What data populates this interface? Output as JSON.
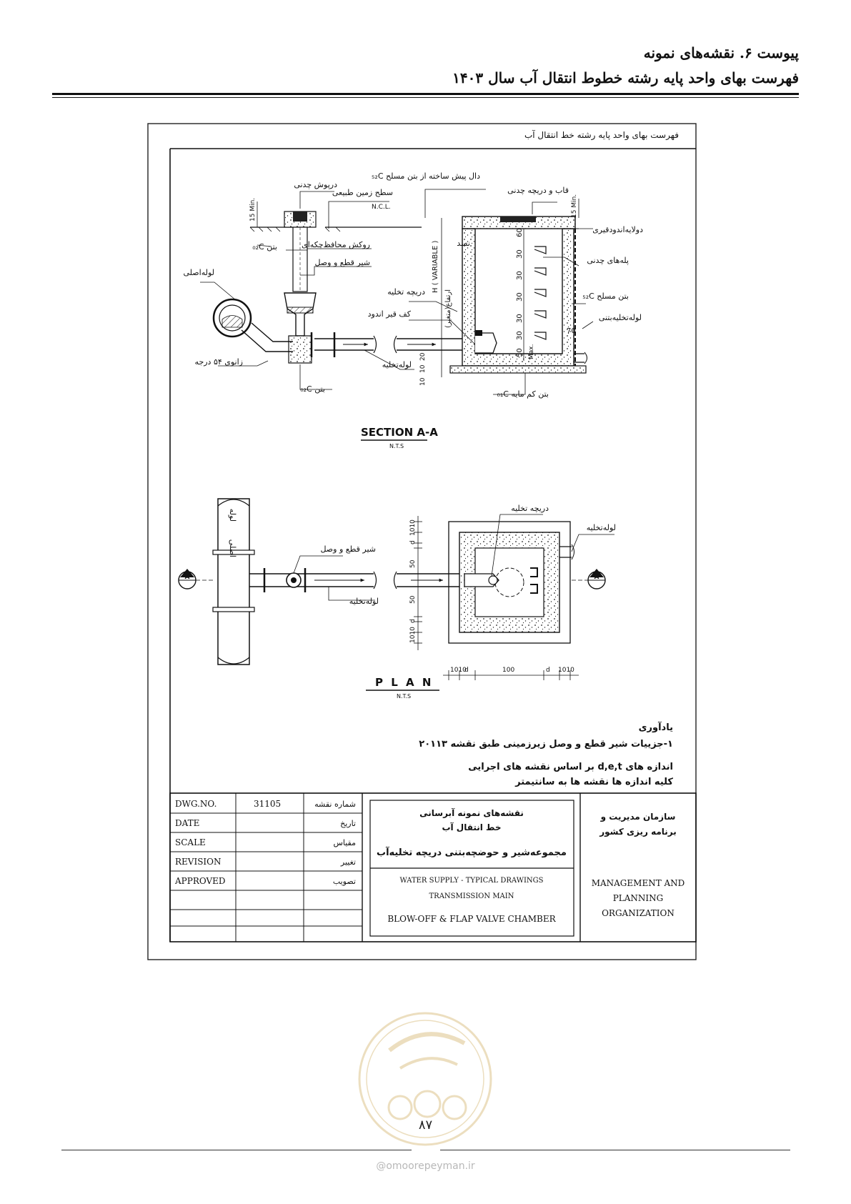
{
  "header": {
    "line1": "پیوست ۶. نقشه‌های نمونه",
    "line2": "فهرست بهای واحد پایه رشته خطوط انتقال آب سال ۱۴۰۳"
  },
  "drawing": {
    "frame_title": "فهرست بهای واحد پایه رشته خط انتقال آب",
    "section": {
      "title": "SECTION A-A",
      "scale": "N.T.S",
      "labels": {
        "cast_iron_cover": "درپوش چدنی",
        "natural_ground": "سطح زمین طبیعی",
        "ncl": "N.C.L.",
        "precast_slab": "دال پیش ساخته از بتن مسلح C₂₅",
        "frame_and_cover": "قاب و دریچه چدنی",
        "concrete_c20_top": "بتن C₂₀",
        "protective_box": "روکش محافظ‌چکه‌ای",
        "gate_valve": "شیر قطع و وصل",
        "main_pipe": "لوله‌اصلی",
        "flap_valve": "دریچه تخلیه",
        "bitumen_floor": "کف قیر اندود",
        "elbow_45": "زانوی ۴۵ درجه",
        "drain_pipe": "لوله‌تخلیه",
        "concrete_c20_bottom": "بتن C₂₀",
        "lean_concrete": "بتن کم مایه C₁₀",
        "bitumen_coat": "دولایه‌اندودقیری",
        "cast_iron_steps": "پله‌های چدنی",
        "reinforced_concrete": "بتن مسلح C₂₅",
        "concrete_drain_pipe": "لوله‌تخلیه‌بتنی",
        "plaster": "نسد",
        "min15_left": "15 Min.",
        "min15_right": "15 Min.",
        "h_variable": "H ( VARIABLE )",
        "h_note": "ارتفاع(متغیر)",
        "dim_60": "60",
        "dim_30a": "30",
        "dim_30b": "30",
        "dim_30c": "30",
        "dim_30d": "30",
        "dim_30e": "30",
        "dim_50": "50",
        "dim_max": "Max.",
        "dim_70": "70",
        "dim_10": "10",
        "dim_10b": "10",
        "dim_20": "20"
      }
    },
    "plan": {
      "title": "P L A N",
      "scale": "N.T.S",
      "labels": {
        "flap_valve": "دریچه تخلیه",
        "drain_pipe_right": "لوله‌تخلیه",
        "gate_valve": "شیر قطع و وصل",
        "drain_pipe": "لوله‌تخلیه",
        "main_pipe_text_1": "لوله",
        "main_pipe_text_2": "اصلی",
        "section_marker": "A",
        "dim_1010_top": "1010",
        "dim_d_top": "d",
        "dim_50_top": "50",
        "dim_50_bottom": "50",
        "dim_d_bottom": "d",
        "dim_1010_bottom": "1010",
        "dim_bottom_1010_left": "1010",
        "dim_bottom_d_left": "d",
        "dim_bottom_100": "100",
        "dim_bottom_d_right": "d",
        "dim_bottom_1010_right": "1010"
      }
    },
    "notes": {
      "title": "یادآوری",
      "note1": "۱-جزییات شیر قطع و وصل زیرزمینی طبق نقشه ۳۱۱۰۲",
      "note2": "اندازه های t,e,d بر اساس نقشه های اجرایی",
      "note3": "کلیه اندازه ها نقشه ها به سانتیمتر"
    },
    "title_block": {
      "rows": [
        {
          "en": "DWG.NO.",
          "value": "31105",
          "fa": "شماره نقشه"
        },
        {
          "en": "DATE",
          "value": "",
          "fa": "تاریخ"
        },
        {
          "en": "SCALE",
          "value": "",
          "fa": "مقیاس"
        },
        {
          "en": "REVISION",
          "value": "",
          "fa": "تغییر"
        },
        {
          "en": "APPROVED",
          "value": "",
          "fa": "تصویب"
        }
      ],
      "fa_title_1": "نقشه‌های نمونه آبرسانی",
      "fa_title_2": "خط انتقال آب",
      "fa_title_3": "مجموعه‌شیر و حوضچه‌بتنی دریچه تخلیه‌آب",
      "en_title_1": "WATER SUPPLY - TYPICAL DRAWINGS",
      "en_title_2": "TRANSMISSION MAIN",
      "en_title_3": "BLOW-OFF & FLAP VALVE CHAMBER",
      "org_fa_1": "سازمان مدیریت و",
      "org_fa_2": "برنامه ریزی کشور",
      "org_en_1": "MANAGEMENT AND",
      "org_en_2": "PLANNING",
      "org_en_3": "ORGANIZATION"
    }
  },
  "footer": {
    "page_number": "۸۷",
    "url": "@omoorepeyman.ir"
  }
}
